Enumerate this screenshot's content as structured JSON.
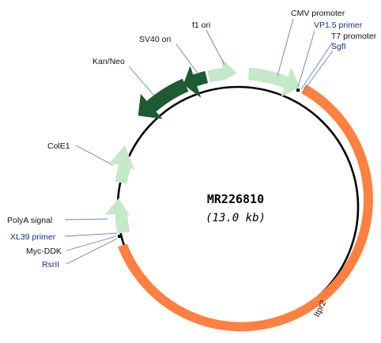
{
  "plasmid": {
    "name": "MR226810",
    "size": "(13.0 kb)",
    "gene": "Itpr2"
  },
  "colors": {
    "gene_insert": "#FF8040",
    "light_feature": "#C4E8C8",
    "dark_feature": "#1E5A32",
    "backbone": "#000000",
    "label_black": "#111111",
    "label_blue": "#1A2A8C",
    "leader_line": "#6C7CB8"
  },
  "features": [
    {
      "id": "cmv-promoter",
      "label": "CMV promoter",
      "shade": "light",
      "label_color": "black"
    },
    {
      "id": "vp15-primer",
      "label": "VP1.5 primer",
      "shade": "site",
      "label_color": "blue"
    },
    {
      "id": "t7-promoter",
      "label": "T7 promoter",
      "shade": "site",
      "label_color": "black"
    },
    {
      "id": "sgfi",
      "label": "SgfI",
      "shade": "site",
      "label_color": "blue"
    },
    {
      "id": "f1-ori",
      "label": "f1 ori",
      "shade": "light",
      "label_color": "black"
    },
    {
      "id": "sv40-ori",
      "label": "SV40 ori",
      "shade": "dark",
      "label_color": "black"
    },
    {
      "id": "kan-neo",
      "label": "Kan/Neo",
      "shade": "dark",
      "label_color": "black"
    },
    {
      "id": "cole1",
      "label": "ColE1",
      "shade": "light",
      "label_color": "black"
    },
    {
      "id": "polya-signal",
      "label": "PolyA signal",
      "shade": "light",
      "label_color": "black"
    },
    {
      "id": "xl39-primer",
      "label": "XL39 primer",
      "shade": "site",
      "label_color": "blue"
    },
    {
      "id": "myc-ddk",
      "label": "Myc-DDK",
      "shade": "site",
      "label_color": "black"
    },
    {
      "id": "rsrii",
      "label": "RsrII",
      "shade": "site",
      "label_color": "blue"
    }
  ]
}
